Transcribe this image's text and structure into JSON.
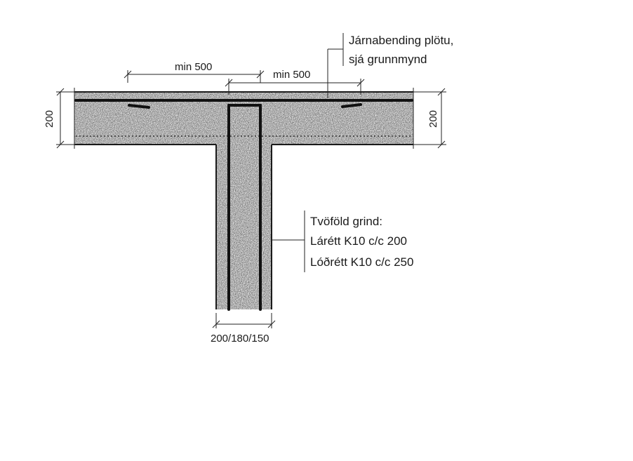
{
  "annotations": {
    "slab_reinforcement_line1": "Járnabending plötu,",
    "slab_reinforcement_line2": "sjá grunnmynd",
    "grid_title": "Tvöföld grind:",
    "grid_horizontal": "Lárétt K10 c/c 200",
    "grid_vertical": "Lóðrétt K10 c/c 250"
  },
  "dimensions": {
    "lap_left": "min 500",
    "lap_right": "min 500",
    "slab_thickness_left": "200",
    "slab_thickness_right": "200",
    "wall_thickness": "200/180/150"
  },
  "colors": {
    "concrete": "#c9c9c9",
    "line": "#1a1a1a"
  }
}
